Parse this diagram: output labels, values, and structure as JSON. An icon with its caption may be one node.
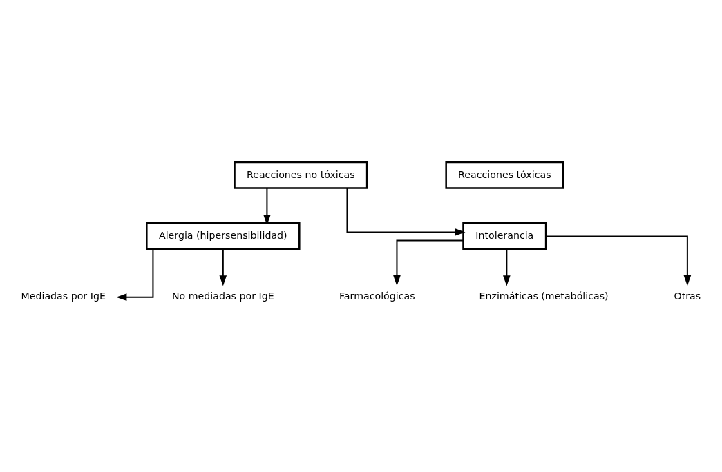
{
  "diagram": {
    "nodes": [
      {
        "text": [
          "Reacciones no tóxicas"
        ]
      },
      {
        "text": [
          "Reacciones tóxicas"
        ]
      },
      {
        "text": [
          "Alergia (hipersensibilidad)"
        ]
      },
      {
        "text": [
          "Intolerancia"
        ]
      },
      {
        "text": [
          "Mediadas por IgE"
        ]
      },
      {
        "text": [
          "No mediadas por IgE"
        ]
      },
      {
        "text": [
          "Farmacológicas"
        ]
      },
      {
        "text": [
          "Enzimáticas (metabólicas)"
        ]
      },
      {
        "text": [
          "Otras"
        ]
      }
    ],
    "edges": [
      {
        "from": 0,
        "to": 2,
        "arrow": "to"
      },
      {
        "from": 0,
        "to": 3,
        "arrow": "to"
      },
      {
        "from": 2,
        "to": 4,
        "arrow": "to"
      },
      {
        "from": 2,
        "to": 5,
        "arrow": "to"
      },
      {
        "from": 3,
        "to": 6,
        "arrow": "to"
      },
      {
        "from": 3,
        "to": 7,
        "arrow": "to"
      },
      {
        "from": 3,
        "to": 8,
        "arrow": "to"
      }
    ]
  }
}
